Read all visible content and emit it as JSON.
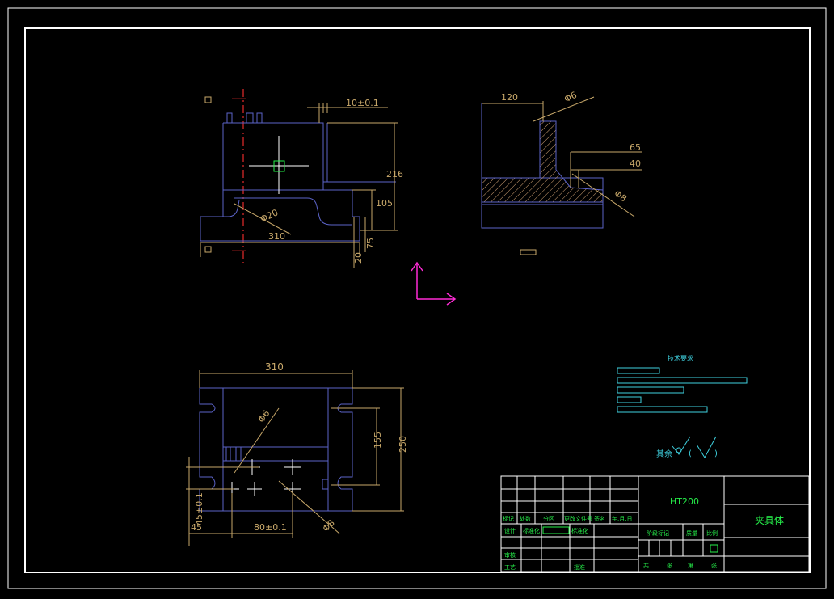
{
  "colors": {
    "background": "#000000",
    "frame": "#ffffff",
    "outline": "#5b63c8",
    "dimension": "#c8a86a",
    "centerline": "#8b1a1a",
    "hatch": "#d9a878",
    "crosshair": "#ffffff",
    "pickbox": "#26f04a",
    "ucs": "#ff2bd6",
    "text_green": "#26f04a",
    "text_cyan": "#3fd2e0"
  },
  "front_view": {
    "dim_top": "10±0.1",
    "dim_height": "216",
    "dim_mid": "105",
    "dim_bottom_75": "75",
    "dim_bottom_20": "20",
    "dim_width": "310",
    "dim_hole": "Φ20"
  },
  "side_view": {
    "dim_width": "120",
    "dim_hole_top": "Φ6",
    "dim_65": "65",
    "dim_40": "40",
    "dim_hole_bottom": "Φ8"
  },
  "top_view": {
    "dim_width": "310",
    "dim_height": "250",
    "dim_155": "155",
    "dim_hole_top": "Φ6",
    "dim_45": "45",
    "dim_45_tol": "45±0.1",
    "dim_80": "80±0.1",
    "dim_hole_bottom": "Φ8"
  },
  "notes": {
    "title": "技术要求"
  },
  "roughness": {
    "label": "其余",
    "paren_open": "(",
    "paren_close": ")"
  },
  "title_block": {
    "material": "HT200",
    "part_name": "夹具体",
    "row_labels": [
      "标记",
      "处数",
      "分区",
      "更改文件号",
      "签名",
      "年.月.日"
    ],
    "design": "设计",
    "standardize_left": "标准化",
    "standardize": "标准化",
    "stage_mark": "阶段标记",
    "weight": "质量",
    "scale": "比例",
    "review": "审核",
    "process": "工艺",
    "approve": "批准",
    "sheets": [
      "共",
      "张",
      "第",
      "张"
    ]
  }
}
